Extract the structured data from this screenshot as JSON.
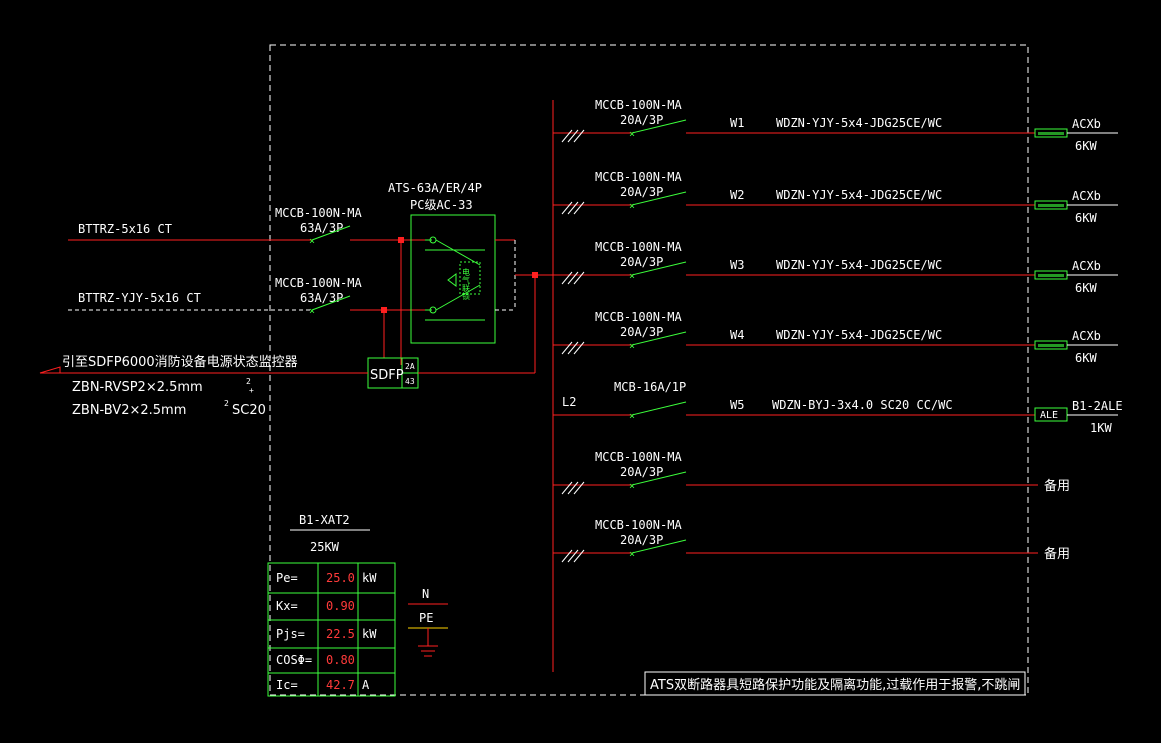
{
  "colors": {
    "background": "#000000",
    "wire": "#ff2020",
    "device": "#3cff3c",
    "text": "#ffffff",
    "value": "#ff3a3a",
    "border": "#ffffff"
  },
  "incoming": [
    {
      "cable": "BTTRZ-5x16 CT",
      "breaker": "MCCB-100N-MA",
      "rating": "63A/3P"
    },
    {
      "cable": "BTTRZ-YJY-5x16 CT",
      "breaker": "MCCB-100N-MA",
      "rating": "63A/3P"
    }
  ],
  "ats": {
    "model": "ATS-63A/ER/4P",
    "controller": "PC级AC-33",
    "inner_label": "电气联锁"
  },
  "sdfp": {
    "label": "SDFP",
    "pin_a": "2A",
    "pin_b": "43"
  },
  "monitor": {
    "line1": "引至SDFP6000消防设备电源状态监控器",
    "line2": "ZBN-RVSP2×2.5mm",
    "line2_sup": "2",
    "line2_sub": "+",
    "line3": "ZBN-BV2×2.5mm",
    "line3_sup": "2",
    "line3_tail": "SC20"
  },
  "circuits": [
    {
      "breaker": "MCCB-100N-MA",
      "rating": "20A/3P",
      "prefix": "",
      "id": "W1",
      "cable": "WDZN-YJY-5x4-JDG25CE/WC",
      "load_type": "fan",
      "load": "ACXb",
      "power": "6KW"
    },
    {
      "breaker": "MCCB-100N-MA",
      "rating": "20A/3P",
      "prefix": "",
      "id": "W2",
      "cable": "WDZN-YJY-5x4-JDG25CE/WC",
      "load_type": "fan",
      "load": "ACXb",
      "power": "6KW"
    },
    {
      "breaker": "MCCB-100N-MA",
      "rating": "20A/3P",
      "prefix": "",
      "id": "W3",
      "cable": "WDZN-YJY-5x4-JDG25CE/WC",
      "load_type": "fan",
      "load": "ACXb",
      "power": "6KW"
    },
    {
      "breaker": "MCCB-100N-MA",
      "rating": "20A/3P",
      "prefix": "",
      "id": "W4",
      "cable": "WDZN-YJY-5x4-JDG25CE/WC",
      "load_type": "fan",
      "load": "ACXb",
      "power": "6KW"
    },
    {
      "breaker": "MCB-16A/1P",
      "rating": "",
      "prefix": "L2",
      "id": "W5",
      "cable": "WDZN-BYJ-3x4.0 SC20 CC/WC",
      "load_type": "ale",
      "load_box": "ALE",
      "load": "B1-2ALE",
      "power": "1KW"
    },
    {
      "breaker": "MCCB-100N-MA",
      "rating": "20A/3P",
      "prefix": "",
      "id": "",
      "cable": "",
      "load_type": "spare",
      "load": "备用",
      "power": ""
    },
    {
      "breaker": "MCCB-100N-MA",
      "rating": "20A/3P",
      "prefix": "",
      "id": "",
      "cable": "",
      "load_type": "spare",
      "load": "备用",
      "power": ""
    }
  ],
  "panel": {
    "name": "B1-XAT2",
    "power": "25KW"
  },
  "calc": [
    {
      "label": "Pe=",
      "value": "25.0",
      "unit": "kW"
    },
    {
      "label": "Kx=",
      "value": "0.90",
      "unit": ""
    },
    {
      "label": "Pjs=",
      "value": "22.5",
      "unit": "kW"
    },
    {
      "label": "COSΦ=",
      "value": "0.80",
      "unit": ""
    },
    {
      "label": "Ic=",
      "value": "42.7",
      "unit": "A"
    }
  ],
  "ground": {
    "n": "N",
    "pe": "PE"
  },
  "note": "ATS双断路器具短路保护功能及隔离功能,过载作用于报警,不跳闸"
}
